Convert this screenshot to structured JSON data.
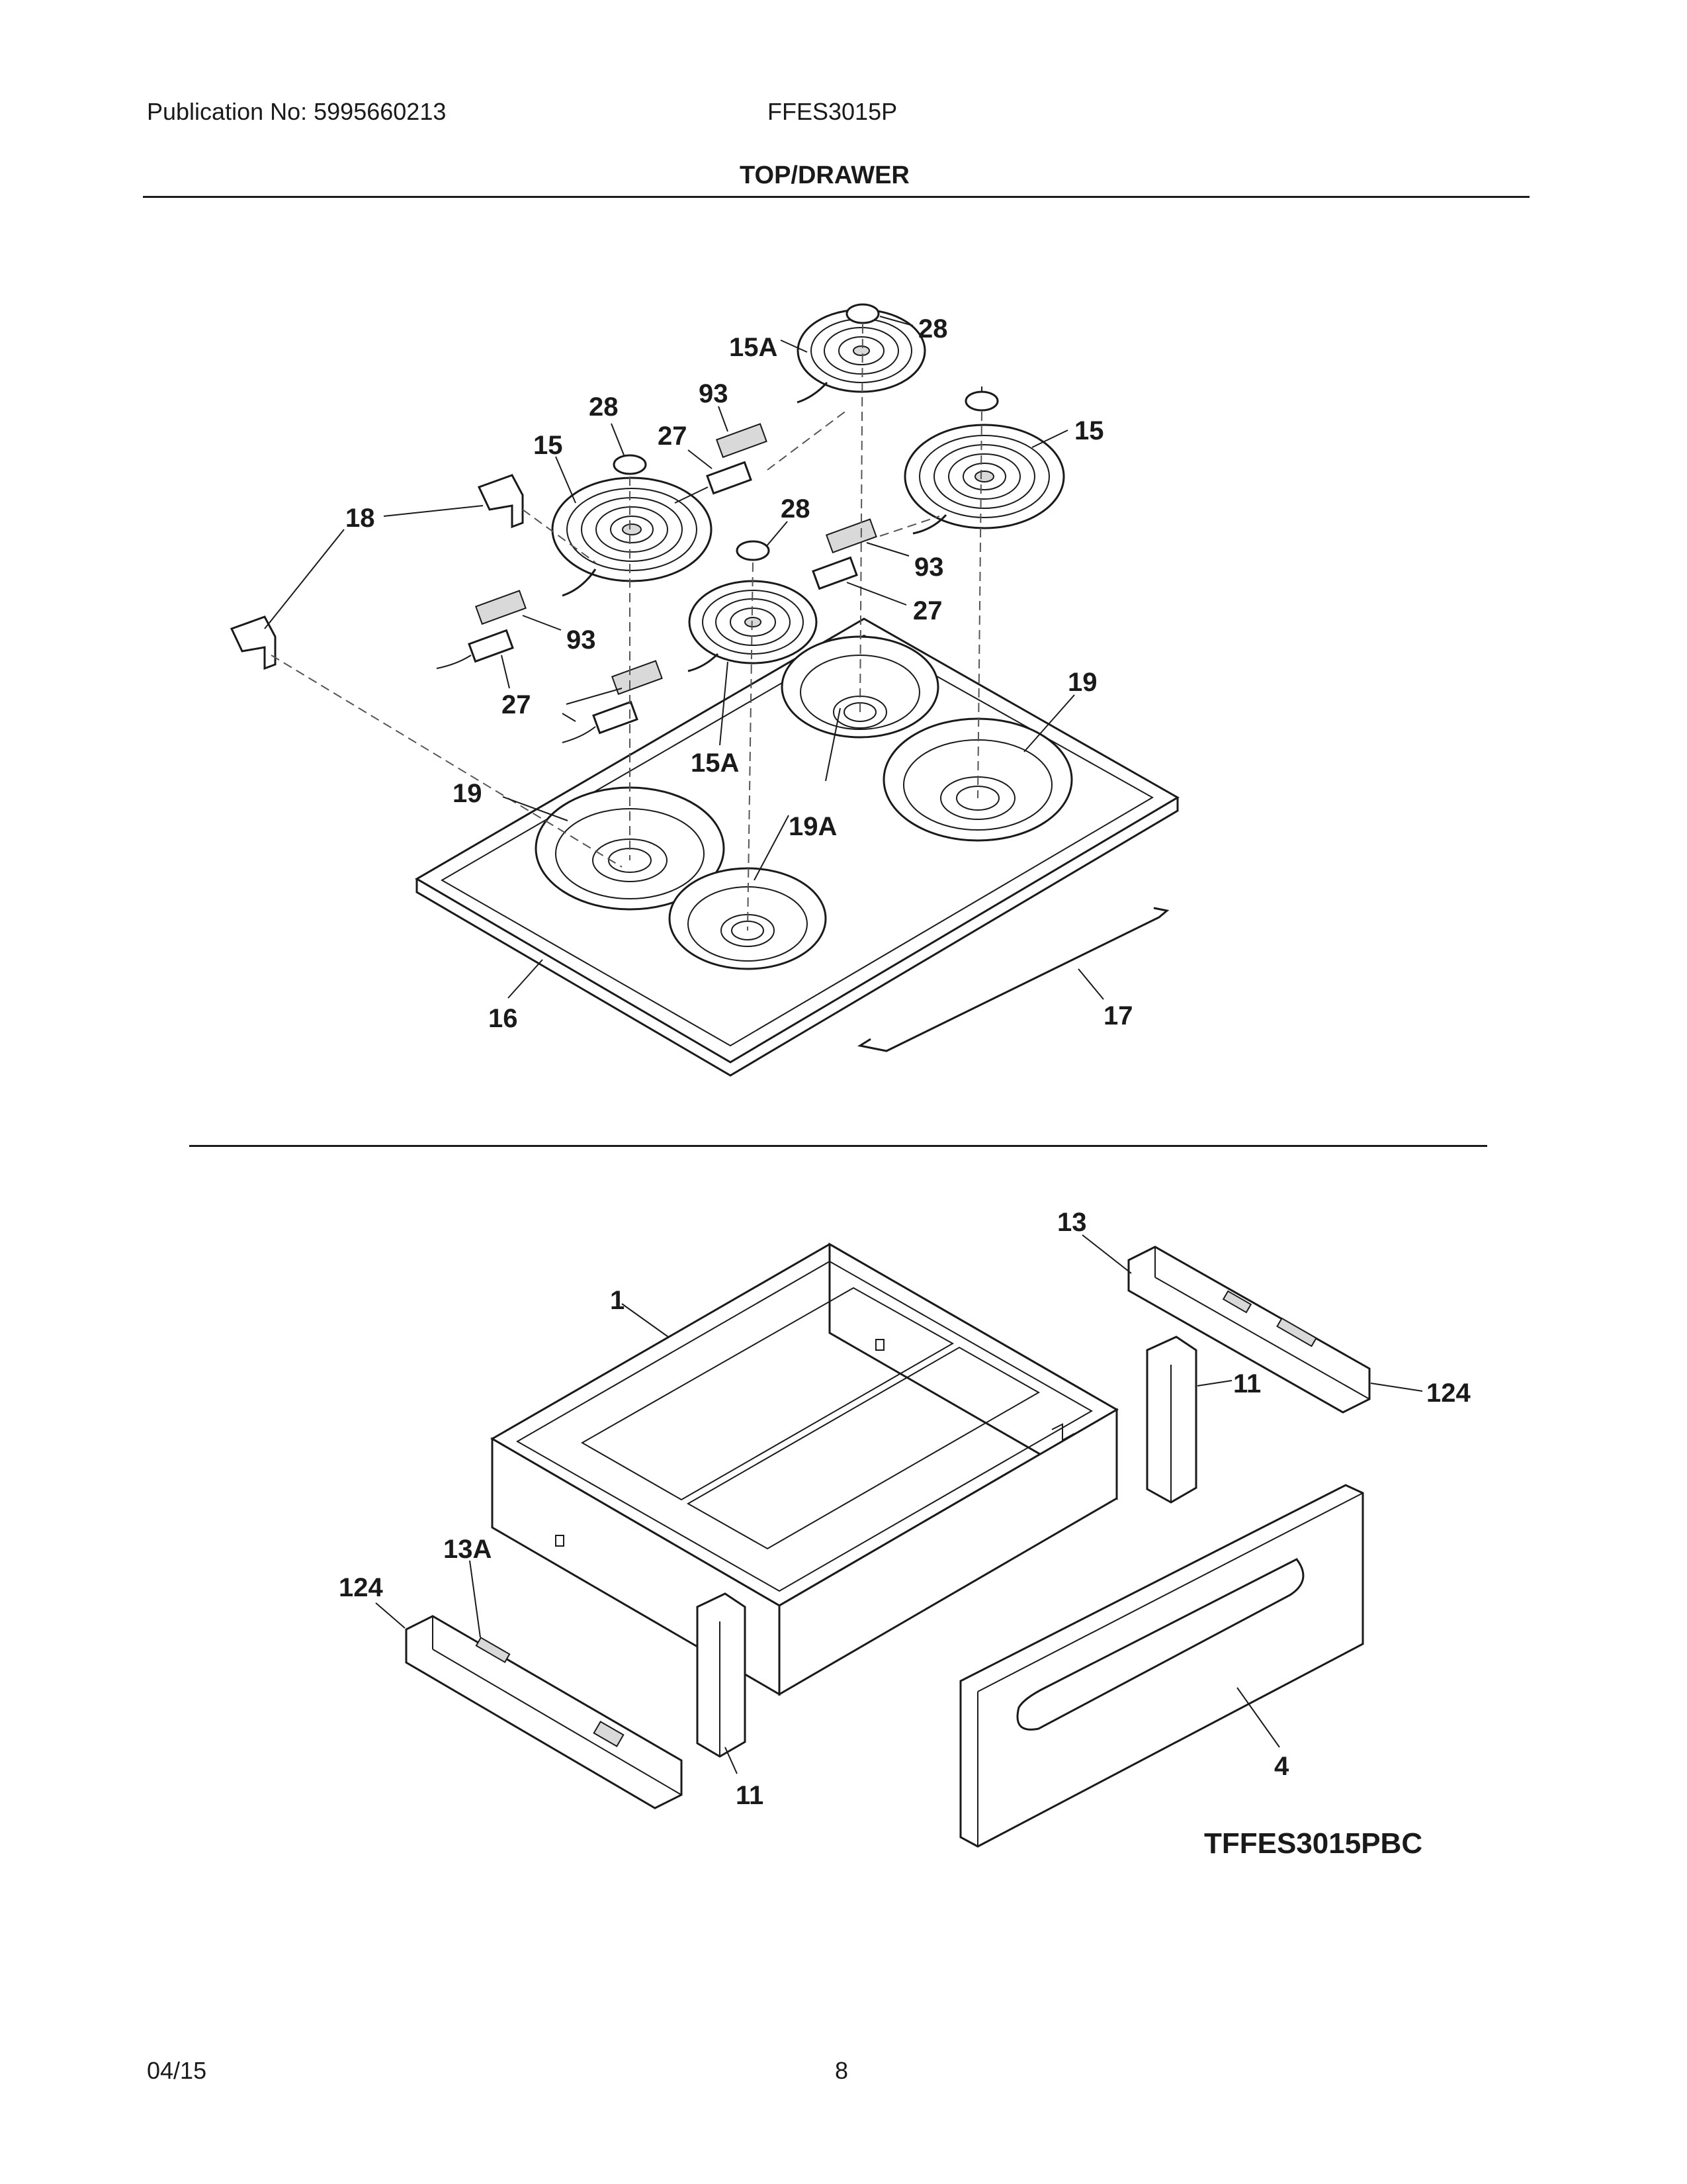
{
  "header": {
    "publication": "Publication No: 5995660213",
    "model": "FFES3015P",
    "section_title": "TOP/DRAWER"
  },
  "top_callouts": {
    "c15A_top": "15A",
    "c28_top": "28",
    "c93_top": "93",
    "c28_left": "28",
    "c27_top": "27",
    "c15_left": "15",
    "c15_right": "15",
    "c18": "18",
    "c28_mid": "28",
    "c93_right": "93",
    "c27_right": "27",
    "c93_left": "93",
    "c27_left": "27",
    "c15A_bottom": "15A",
    "c19_right": "19",
    "c19_left": "19",
    "c19A": "19A",
    "c16": "16",
    "c17": "17"
  },
  "drawer_callouts": {
    "c13": "13",
    "c1": "1",
    "c11_right": "11",
    "c124_right": "124",
    "c13A": "13A",
    "c124_left": "124",
    "c11_left": "11",
    "c4": "4"
  },
  "diagram_code": "TFFES3015PBC",
  "footer": {
    "date": "04/15",
    "page": "8"
  }
}
